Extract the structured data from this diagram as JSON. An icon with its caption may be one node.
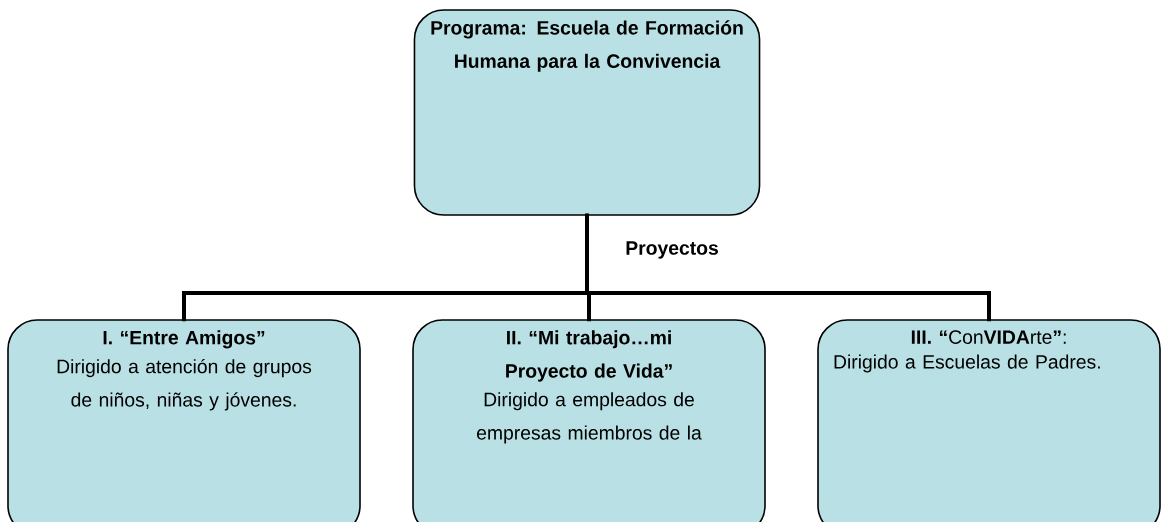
{
  "diagram": {
    "nodes": [
      {
        "text": [
          "Programa: Escuela de Formación Humana para la Convivencia"
        ]
      },
      {
        "text": [
          "I. “Entre Amigos”",
          "Dirigido a atención de grupos de niños, niñas y jóvenes."
        ]
      },
      {
        "text": [
          "II. “Mi trabajo…mi Proyecto de Vida”",
          "Dirigido a empleados de empresas miembros de la"
        ]
      },
      {
        "text": [
          "**III. “**Con**VIDA**rte**”**:",
          "Dirigido a Escuelas de Padres."
        ]
      }
    ],
    "edges": [
      {
        "from": 0,
        "to": 1,
        "arrow": "none"
      },
      {
        "from": 0,
        "to": 2,
        "arrow": "none"
      },
      {
        "from": 0,
        "to": 3,
        "arrow": "none"
      }
    ],
    "labels": [
      "Proyectos"
    ]
  }
}
